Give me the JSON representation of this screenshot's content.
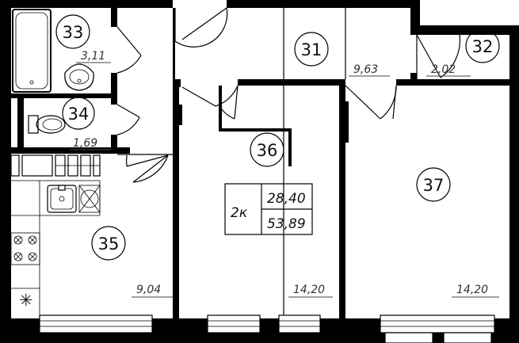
{
  "plan": {
    "apartment_type": "2к",
    "living_area": "28,40",
    "total_area": "53,89",
    "rooms": [
      {
        "number": "33",
        "area": "3,11"
      },
      {
        "number": "34",
        "area": "1,69"
      },
      {
        "number": "35",
        "area": "9,04"
      },
      {
        "number": "31",
        "area": "9,63"
      },
      {
        "number": "32",
        "area": "2,02"
      },
      {
        "number": "36",
        "area": "14,20"
      },
      {
        "number": "37",
        "area": "14,20"
      }
    ],
    "stove_mark": "✳"
  }
}
